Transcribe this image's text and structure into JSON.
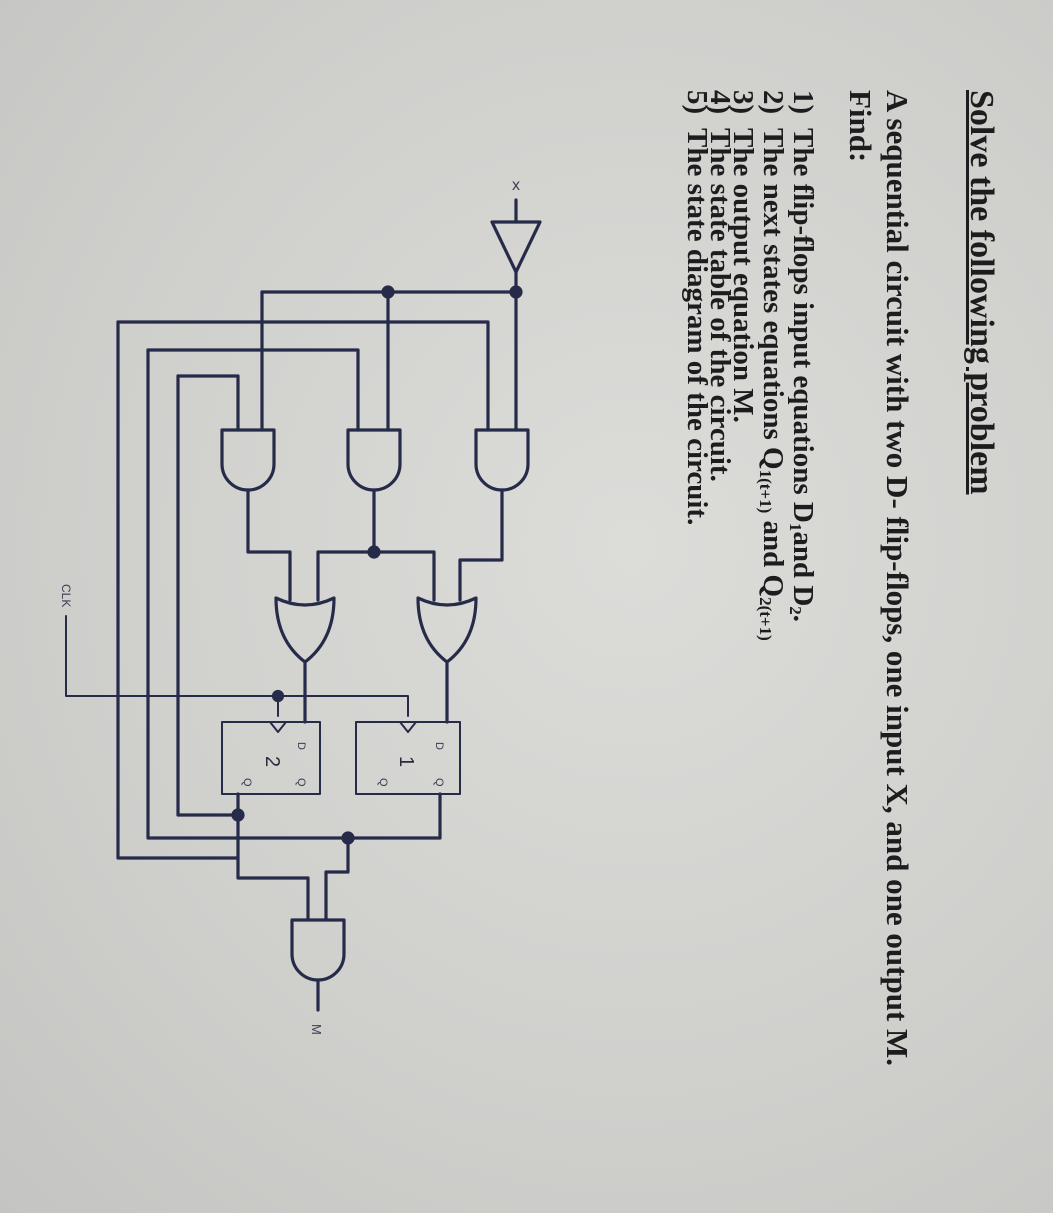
{
  "problem": {
    "heading": "Solve the following problem",
    "intro": "A sequential circuit with two D- flip-flops, one input X, and one output M.",
    "find": "Find:",
    "items": [
      {
        "num": "1)",
        "pre": "The flip-flops input equations D",
        "sub1": "1",
        "mid": "and D",
        "sub2": "2",
        "post": "."
      },
      {
        "num": "2)",
        "pre": "The next states equations Q",
        "sub1": "1(t+1)",
        "mid": " and Q",
        "sub2": "2(t+1)",
        "post": ""
      },
      {
        "num": "3)",
        "text": "The output equation M."
      },
      {
        "num": "4)",
        "text": "The state table of the circuit."
      },
      {
        "num": "5)",
        "text": "The state diagram of the circuit."
      }
    ]
  },
  "circuit": {
    "input_label": "x",
    "clock_label": "CLK",
    "output_label": "M",
    "ff1": {
      "label": "1",
      "d": "D",
      "q": "Q",
      "qbar": "Q"
    },
    "ff2": {
      "label": "2",
      "d": "D",
      "q": "Q",
      "qbar": "Q"
    }
  }
}
